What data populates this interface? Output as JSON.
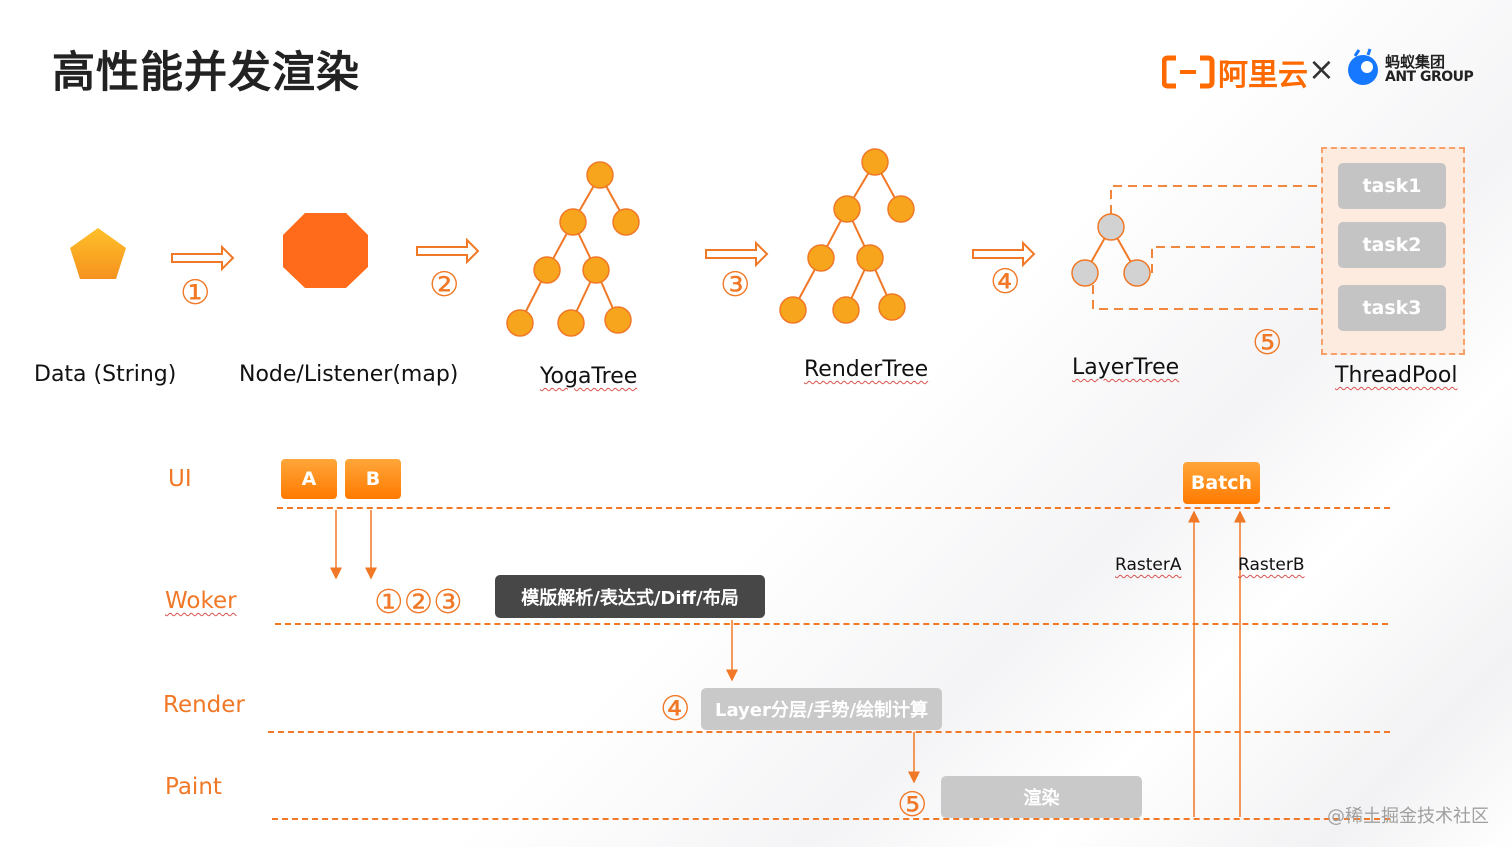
{
  "title": "高性能并发渲染",
  "logo": {
    "aliyun": "阿里云",
    "times": "×",
    "ant_cn": "蚂蚁集团",
    "ant_en": "ANT GROUP"
  },
  "pipeline": {
    "labels": [
      "Data (String)",
      "Node/Listener(map)",
      "YogaTree",
      "RenderTree",
      "LayerTree",
      "ThreadPool"
    ],
    "steps": [
      "①",
      "②",
      "③",
      "④",
      "⑤"
    ],
    "tasks": [
      "task1",
      "task2",
      "task3"
    ]
  },
  "timeline": {
    "lanes": [
      "UI",
      "Woker",
      "Render",
      "Paint"
    ],
    "ui_chips": [
      "A",
      "B"
    ],
    "batch": "Batch",
    "worker_steps": "①②③",
    "worker_box": "模版解析/表达式/Diff/布局",
    "render_step": "④",
    "render_box": "Layer分层/手势/绘制计算",
    "paint_step": "⑤",
    "paint_box": "渲染",
    "raster_a": "RasterA",
    "raster_b": "RasterB"
  },
  "watermark": "@稀土掘金技术社区",
  "colors": {
    "accent": "#f07826",
    "node_orange": "#f5a623",
    "node_gray": "#d0d0d0",
    "dark_box": "#474747",
    "gray_box": "#c9c9c9"
  }
}
